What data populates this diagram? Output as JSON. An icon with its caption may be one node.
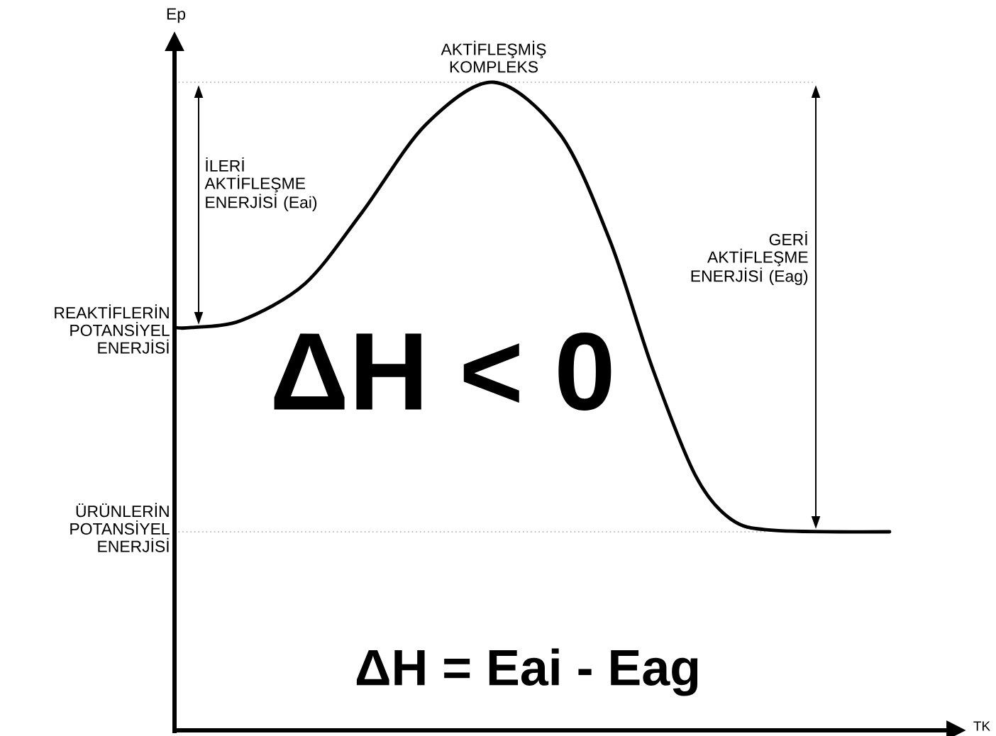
{
  "diagram": {
    "labels": [
      "Ep",
      "AKTİFLEŞMİŞ KOMPLEKS",
      "İLERİ AKTİFLEŞME ENERJİSİ (Eai)",
      "GERİ AKTİFLEŞME ENERJİSİ (Eag)",
      "REAKTİFLERİN POTANSİYEL ENERJİSİ",
      "ΔH < 0",
      "ÜRÜNLERİN POTANSİYEL ENERJİSİ",
      "ΔH = Eai - Eag",
      "TK"
    ]
  }
}
